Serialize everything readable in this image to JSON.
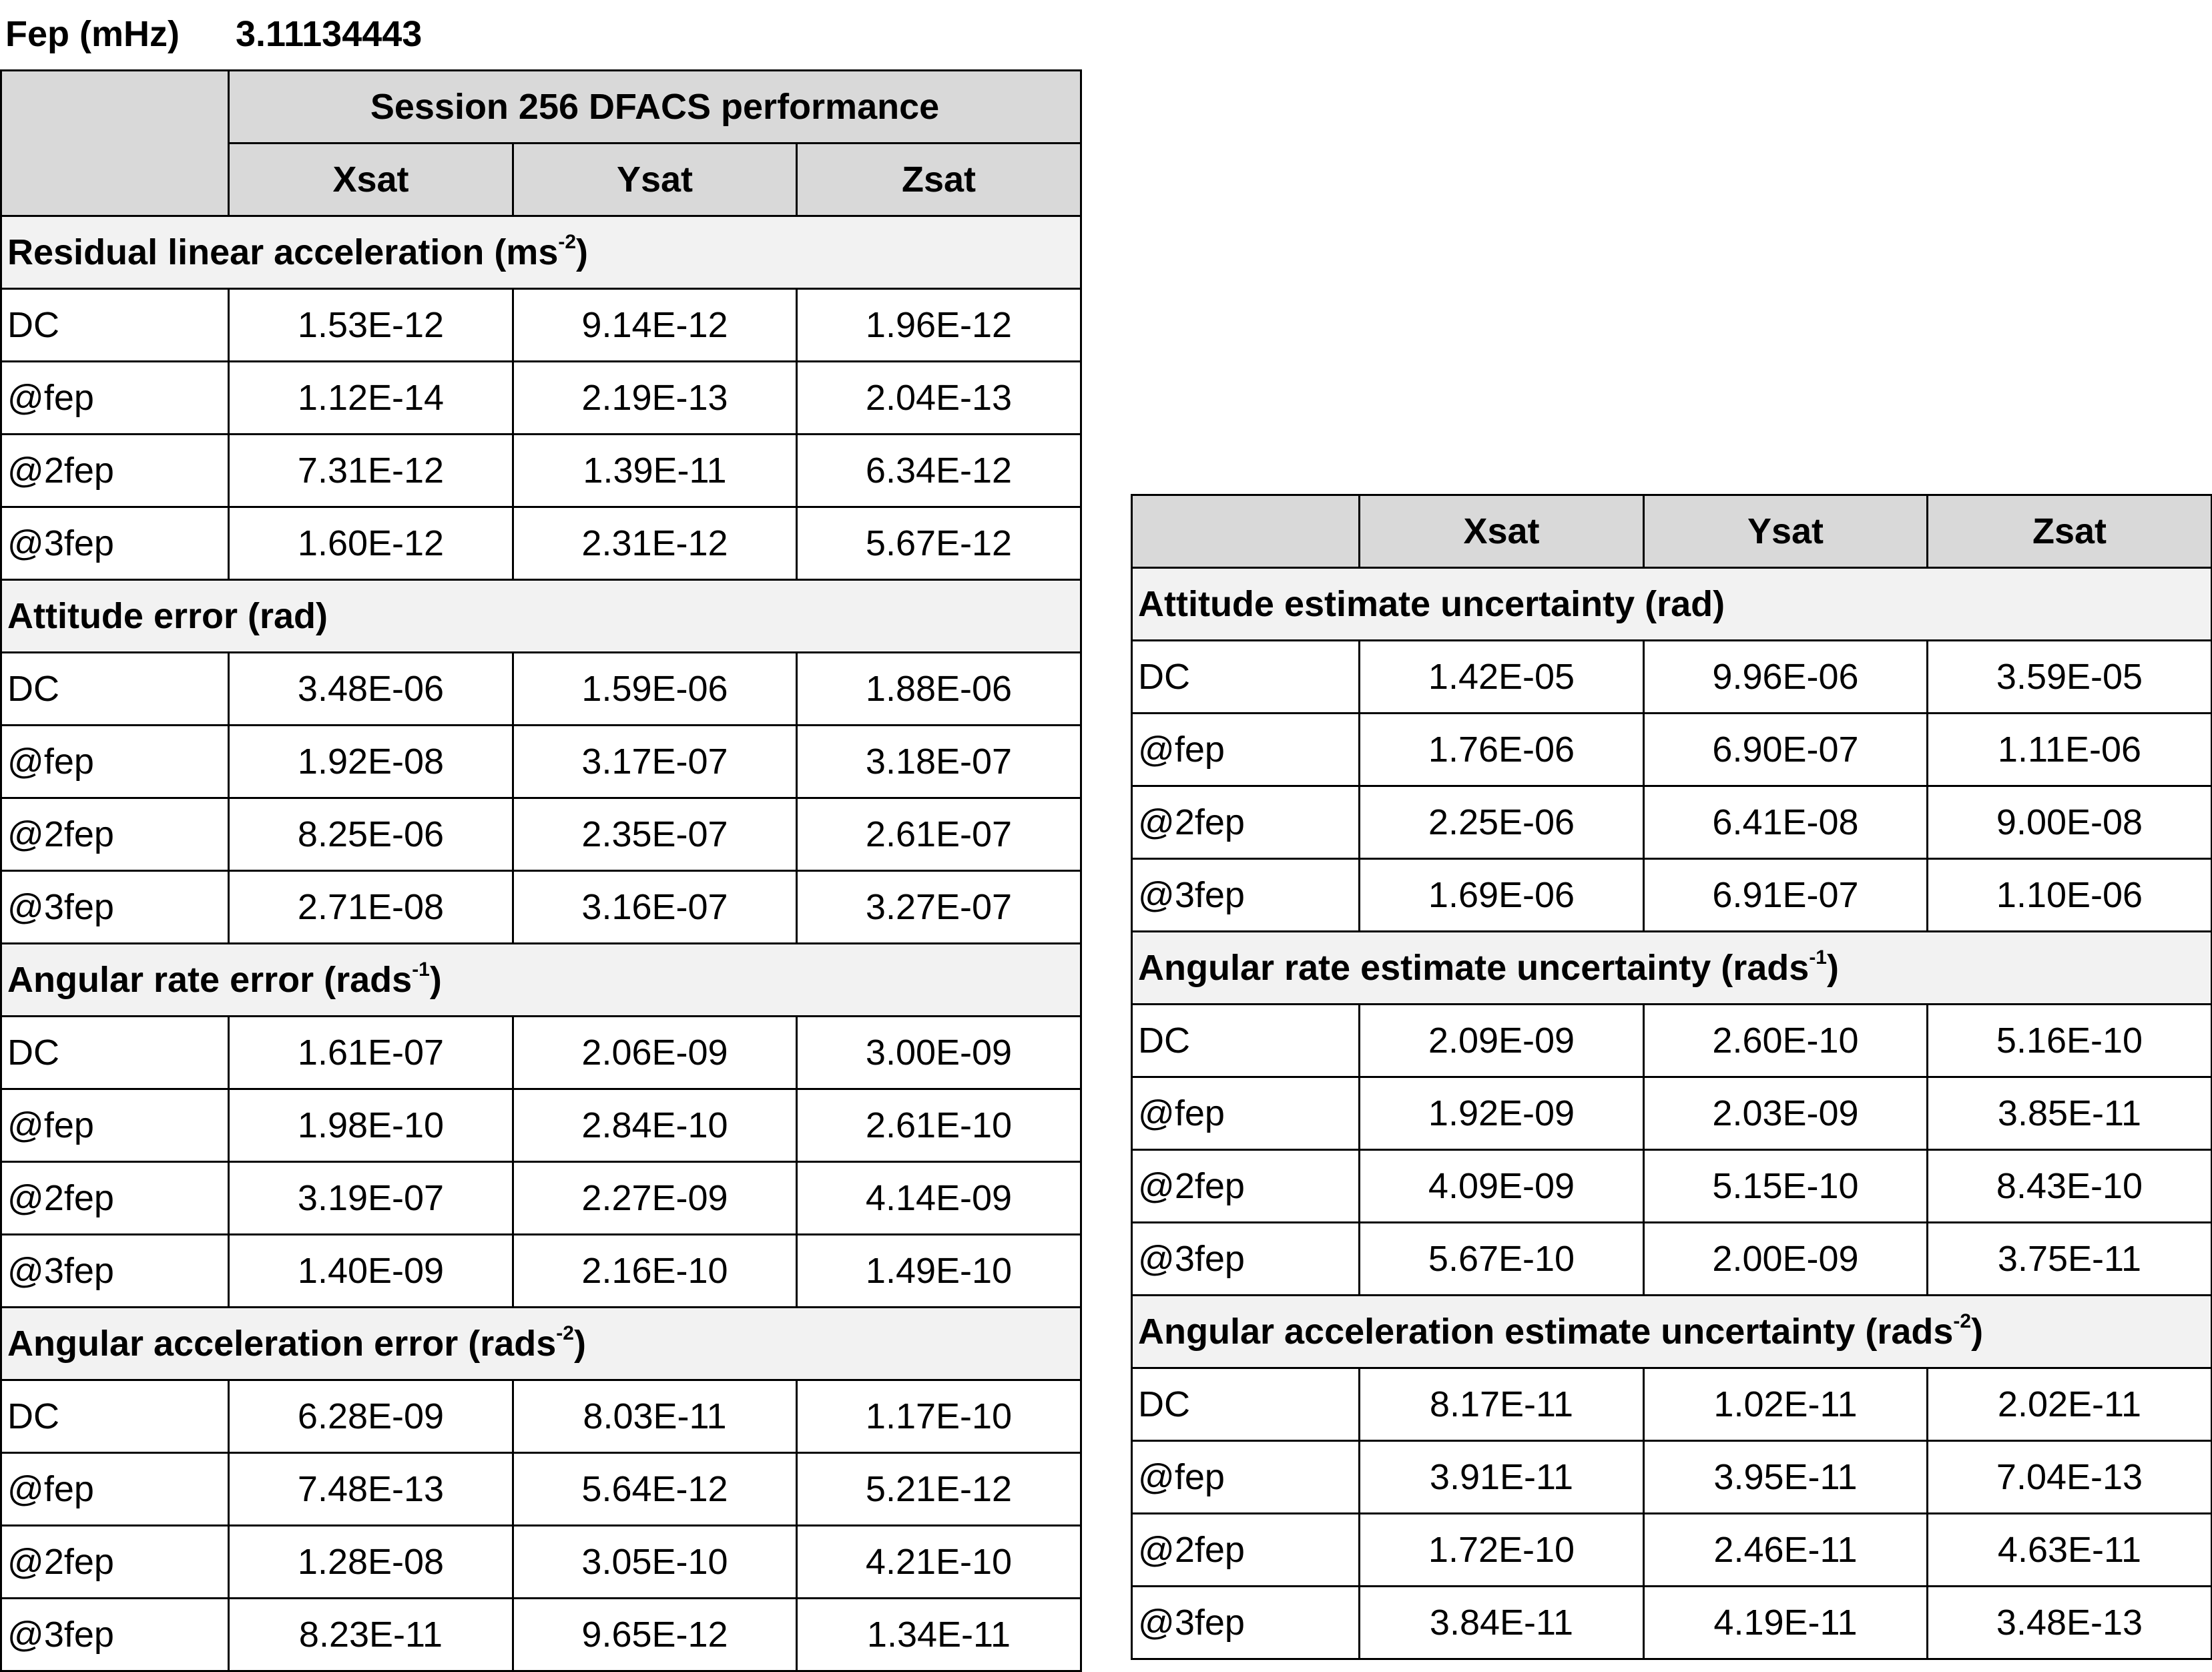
{
  "fep": {
    "label": "Fep (mHz)",
    "value": "3.11134443"
  },
  "left_table": {
    "title": "Session 256 DFACS performance",
    "columns": [
      "Xsat",
      "Ysat",
      "Zsat"
    ],
    "sections": [
      {
        "title": "Residual linear acceleration (ms",
        "title_sup": "-2",
        "title_suffix": ")",
        "rows": [
          {
            "label": "DC",
            "values": [
              "1.53E-12",
              "9.14E-12",
              "1.96E-12"
            ]
          },
          {
            "label": "@fep",
            "values": [
              "1.12E-14",
              "2.19E-13",
              "2.04E-13"
            ]
          },
          {
            "label": "@2fep",
            "values": [
              "7.31E-12",
              "1.39E-11",
              "6.34E-12"
            ]
          },
          {
            "label": "@3fep",
            "values": [
              "1.60E-12",
              "2.31E-12",
              "5.67E-12"
            ]
          }
        ]
      },
      {
        "title": "Attitude error (rad)",
        "title_sup": "",
        "title_suffix": "",
        "rows": [
          {
            "label": "DC",
            "values": [
              "3.48E-06",
              "1.59E-06",
              "1.88E-06"
            ]
          },
          {
            "label": "@fep",
            "values": [
              "1.92E-08",
              "3.17E-07",
              "3.18E-07"
            ]
          },
          {
            "label": "@2fep",
            "values": [
              "8.25E-06",
              "2.35E-07",
              "2.61E-07"
            ]
          },
          {
            "label": "@3fep",
            "values": [
              "2.71E-08",
              "3.16E-07",
              "3.27E-07"
            ]
          }
        ]
      },
      {
        "title": "Angular rate error (rads",
        "title_sup": "-1",
        "title_suffix": ")",
        "rows": [
          {
            "label": "DC",
            "values": [
              "1.61E-07",
              "2.06E-09",
              "3.00E-09"
            ]
          },
          {
            "label": "@fep",
            "values": [
              "1.98E-10",
              "2.84E-10",
              "2.61E-10"
            ]
          },
          {
            "label": "@2fep",
            "values": [
              "3.19E-07",
              "2.27E-09",
              "4.14E-09"
            ]
          },
          {
            "label": "@3fep",
            "values": [
              "1.40E-09",
              "2.16E-10",
              "1.49E-10"
            ]
          }
        ]
      },
      {
        "title": "Angular acceleration error (rads",
        "title_sup": "-2",
        "title_suffix": ")",
        "rows": [
          {
            "label": "DC",
            "values": [
              "6.28E-09",
              "8.03E-11",
              "1.17E-10"
            ]
          },
          {
            "label": "@fep",
            "values": [
              "7.48E-13",
              "5.64E-12",
              "5.21E-12"
            ]
          },
          {
            "label": "@2fep",
            "values": [
              "1.28E-08",
              "3.05E-10",
              "4.21E-10"
            ]
          },
          {
            "label": "@3fep",
            "values": [
              "8.23E-11",
              "9.65E-12",
              "1.34E-11"
            ]
          }
        ]
      }
    ]
  },
  "right_table": {
    "columns": [
      "Xsat",
      "Ysat",
      "Zsat"
    ],
    "sections": [
      {
        "title": "Attitude estimate uncertainty (rad)",
        "title_sup": "",
        "title_suffix": "",
        "rows": [
          {
            "label": "DC",
            "values": [
              "1.42E-05",
              "9.96E-06",
              "3.59E-05"
            ]
          },
          {
            "label": "@fep",
            "values": [
              "1.76E-06",
              "6.90E-07",
              "1.11E-06"
            ]
          },
          {
            "label": "@2fep",
            "values": [
              "2.25E-06",
              "6.41E-08",
              "9.00E-08"
            ]
          },
          {
            "label": "@3fep",
            "values": [
              "1.69E-06",
              "6.91E-07",
              "1.10E-06"
            ]
          }
        ]
      },
      {
        "title": "Angular rate estimate uncertainty (rads",
        "title_sup": "-1",
        "title_suffix": ")",
        "rows": [
          {
            "label": "DC",
            "values": [
              "2.09E-09",
              "2.60E-10",
              "5.16E-10"
            ]
          },
          {
            "label": "@fep",
            "values": [
              "1.92E-09",
              "2.03E-09",
              "3.85E-11"
            ]
          },
          {
            "label": "@2fep",
            "values": [
              "4.09E-09",
              "5.15E-10",
              "8.43E-10"
            ]
          },
          {
            "label": "@3fep",
            "values": [
              "5.67E-10",
              "2.00E-09",
              "3.75E-11"
            ]
          }
        ]
      },
      {
        "title": "Angular acceleration estimate uncertainty (rads",
        "title_sup": "-2",
        "title_suffix": ")",
        "rows": [
          {
            "label": "DC",
            "values": [
              "8.17E-11",
              "1.02E-11",
              "2.02E-11"
            ]
          },
          {
            "label": "@fep",
            "values": [
              "3.91E-11",
              "3.95E-11",
              "7.04E-13"
            ]
          },
          {
            "label": "@2fep",
            "values": [
              "1.72E-10",
              "2.46E-11",
              "4.63E-11"
            ]
          },
          {
            "label": "@3fep",
            "values": [
              "3.84E-11",
              "4.19E-11",
              "3.48E-13"
            ]
          }
        ]
      }
    ]
  }
}
